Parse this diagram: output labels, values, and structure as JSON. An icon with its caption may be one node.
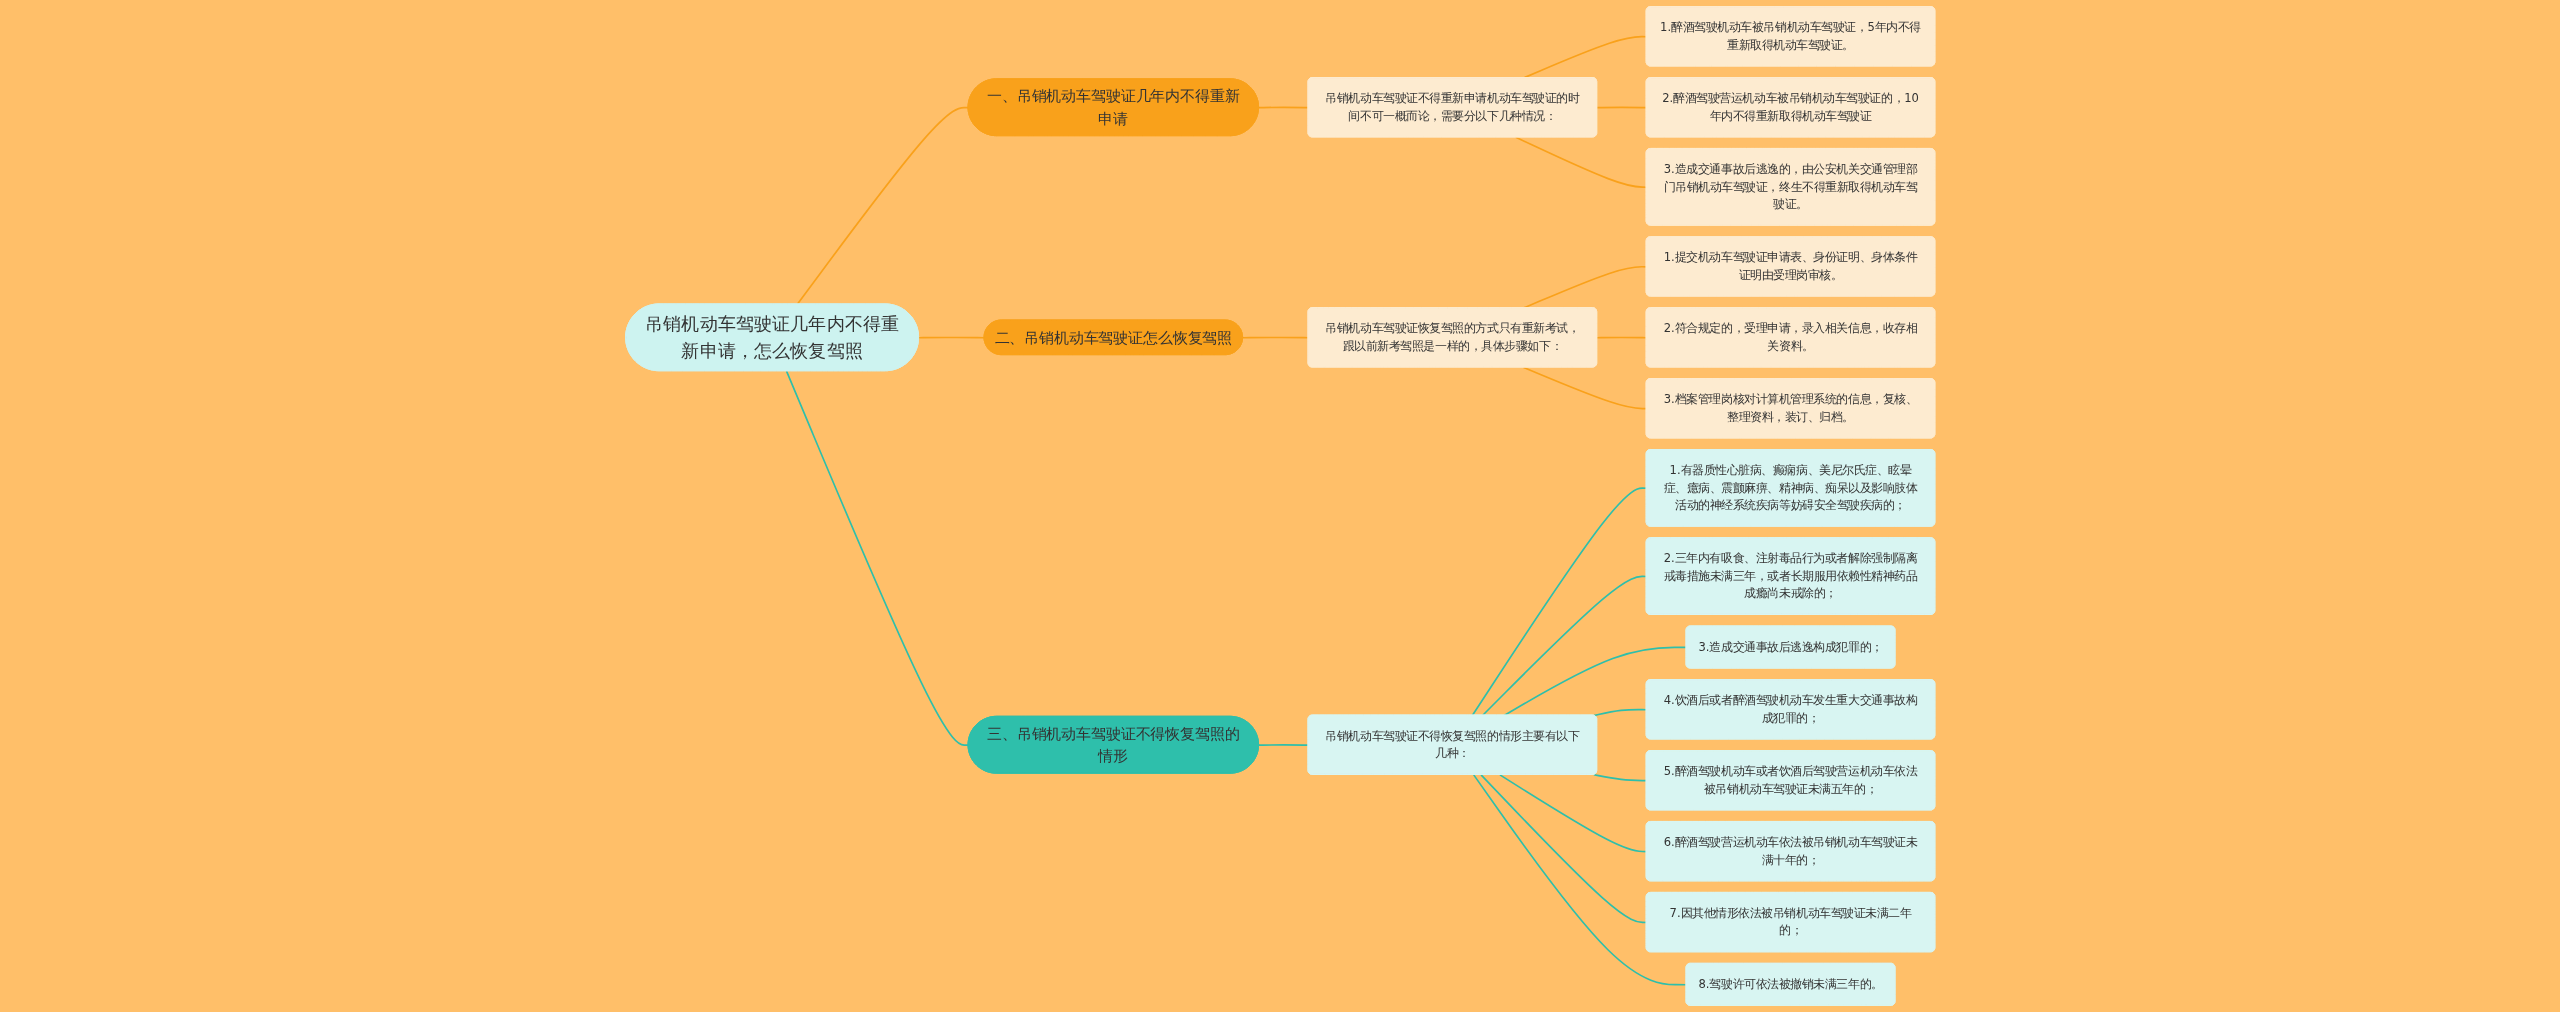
{
  "diagram": {
    "nodes": [
      {
        "text": [
          "吊销机动车驾驶证几年内不得重新申请，怎么恢复驾照"
        ]
      },
      {
        "text": [
          "一、吊销机动车驾驶证几年内不得重新申请"
        ]
      },
      {
        "text": [
          "吊销机动车驾驶证不得重新申请机动车驾驶证的时间不可一概而论，需要分以下几种情况："
        ]
      },
      {
        "text": [
          "1.醉酒驾驶机动车被吊销机动车驾驶证，5年内不得重新取得机动车驾驶证。"
        ]
      },
      {
        "text": [
          "2.醉酒驾驶营运机动车被吊销机动车驾驶证的，10年内不得重新取得机动车驾驶证"
        ]
      },
      {
        "text": [
          "3.造成交通事故后逃逸的，由公安机关交通管理部门吊销机动车驾驶证，终生不得重新取得机动车驾驶证。"
        ]
      },
      {
        "text": [
          "二、吊销机动车驾驶证怎么恢复驾照"
        ]
      },
      {
        "text": [
          "吊销机动车驾驶证恢复驾照的方式只有重新考试，跟以前新考驾照是一样的，具体步骤如下："
        ]
      },
      {
        "text": [
          "1.提交机动车驾驶证申请表、身份证明、身体条件证明由受理岗审核。"
        ]
      },
      {
        "text": [
          "2.符合规定的，受理申请，录入相关信息，收存相关资料。"
        ]
      },
      {
        "text": [
          "3.档案管理岗核对计算机管理系统的信息，复核、整理资料，装订、归档。"
        ]
      },
      {
        "text": [
          "三、吊销机动车驾驶证不得恢复驾照的情形"
        ]
      },
      {
        "text": [
          "吊销机动车驾驶证不得恢复驾照的情形主要有以下几种："
        ]
      },
      {
        "text": [
          "1.有器质性心脏病、癫痫病、美尼尔氏症、眩晕症、癔病、震颤麻痹、精神病、痴呆以及影响肢体活动的神经系统疾病等妨碍安全驾驶疾病的；"
        ]
      },
      {
        "text": [
          "2.三年内有吸食、注射毒品行为或者解除强制隔离戒毒措施未满三年，或者长期服用依赖性精神药品成瘾尚未戒除的；"
        ]
      },
      {
        "text": [
          "3.造成交通事故后逃逸构成犯罪的；"
        ]
      },
      {
        "text": [
          "4.饮酒后或者醉酒驾驶机动车发生重大交通事故构成犯罪的；"
        ]
      },
      {
        "text": [
          "5.醉酒驾驶机动车或者饮酒后驾驶营运机动车依法被吊销机动车驾驶证未满五年的；"
        ]
      },
      {
        "text": [
          "6.醉酒驾驶营运机动车依法被吊销机动车驾驶证未满十年的；"
        ]
      },
      {
        "text": [
          "7.因其他情形依法被吊销机动车驾驶证未满二年的；"
        ]
      },
      {
        "text": [
          "8.驾驶许可依法被撤销未满三年的。"
        ]
      }
    ],
    "edges": [
      {
        "from": 0,
        "to": 1,
        "arrow": "none"
      },
      {
        "from": 1,
        "to": 2,
        "arrow": "none"
      },
      {
        "from": 2,
        "to": 3,
        "arrow": "none"
      },
      {
        "from": 2,
        "to": 4,
        "arrow": "none"
      },
      {
        "from": 2,
        "to": 5,
        "arrow": "none"
      },
      {
        "from": 0,
        "to": 6,
        "arrow": "none"
      },
      {
        "from": 6,
        "to": 7,
        "arrow": "none"
      },
      {
        "from": 7,
        "to": 8,
        "arrow": "none"
      },
      {
        "from": 7,
        "to": 9,
        "arrow": "none"
      },
      {
        "from": 7,
        "to": 10,
        "arrow": "none"
      },
      {
        "from": 0,
        "to": 11,
        "arrow": "none",
        "color": "#2ebfab"
      },
      {
        "from": 11,
        "to": 12,
        "arrow": "none",
        "color": "#2ebfab"
      },
      {
        "from": 12,
        "to": 13,
        "arrow": "none",
        "color": "#2ebfab"
      },
      {
        "from": 12,
        "to": 14,
        "arrow": "none",
        "color": "#2ebfab"
      },
      {
        "from": 12,
        "to": 15,
        "arrow": "none",
        "color": "#2ebfab"
      },
      {
        "from": 12,
        "to": 16,
        "arrow": "none",
        "color": "#2ebfab"
      },
      {
        "from": 12,
        "to": 17,
        "arrow": "none",
        "color": "#2ebfab"
      },
      {
        "from": 12,
        "to": 18,
        "arrow": "none",
        "color": "#2ebfab"
      },
      {
        "from": 12,
        "to": 19,
        "arrow": "none",
        "color": "#2ebfab"
      },
      {
        "from": 12,
        "to": 20,
        "arrow": "none",
        "color": "#2ebfab"
      }
    ]
  }
}
